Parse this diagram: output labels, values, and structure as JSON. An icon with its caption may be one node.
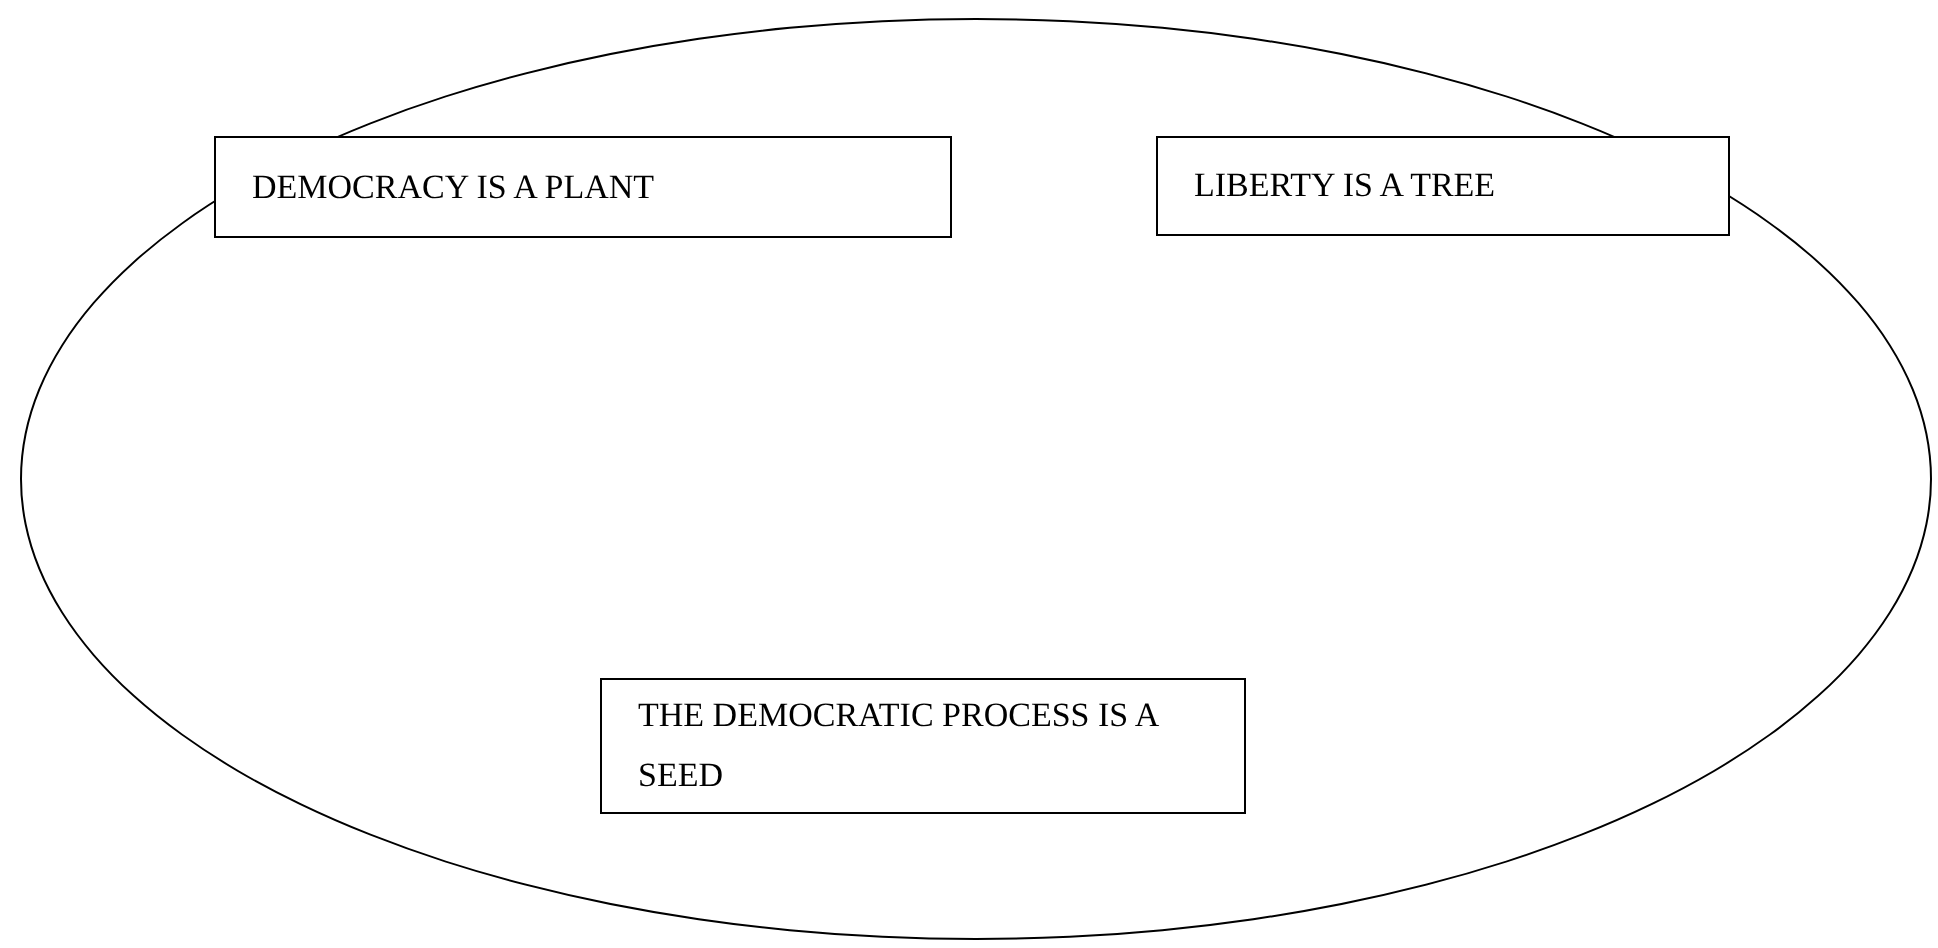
{
  "diagram": {
    "nodes": [
      {
        "text": [],
        "shape": "ellipse"
      },
      {
        "text": [
          "DEMOCRACY IS A PLANT"
        ],
        "in": 0
      },
      {
        "text": [
          "LIBERTY IS A TREE"
        ],
        "in": 0
      },
      {
        "text": [
          "THE DEMOCRATIC PROCESS IS A SEED"
        ],
        "in": 0
      }
    ]
  }
}
